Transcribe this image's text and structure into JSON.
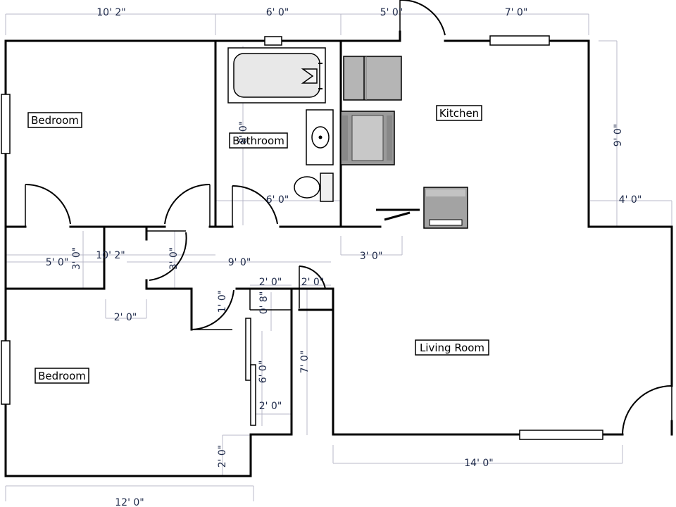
{
  "rooms": {
    "bedroom_top": "Bedroom",
    "bathroom": "Bathroom",
    "kitchen": "Kitchen",
    "bedroom_bottom": "Bedroom",
    "living_room": "Living Room"
  },
  "dimensions": {
    "top_bedroom_width": "10' 2\"",
    "top_bath_width": "6' 0\"",
    "top_entry_width": "5' 0\"",
    "top_kitchen_width": "7' 0\"",
    "kitchen_height": "9' 0\"",
    "right_step": "4' 0\"",
    "bath_height": "8' 0\"",
    "bath_width_inner": "6' 0\"",
    "kitchen_counter": "3' 0\"",
    "hall_left": "5' 0\"",
    "hall_height_left": "3' 0\"",
    "hall_length": "10' 2\"",
    "hall_height_right": "3' 0\"",
    "hall_total": "9' 0\"",
    "closet_a": "2' 0\"",
    "closet_b": "2' 0\"",
    "hall_door_gap": "2' 0\"",
    "small_door": "1' 0\"",
    "small_gap": "0' 8\"",
    "closet_height": "7' 0\"",
    "closet_long": "6' 0\"",
    "closet_width": "2' 0\"",
    "bottom_step": "2' 0\"",
    "bottom_width": "12' 0\"",
    "living_width": "14' 0\""
  }
}
